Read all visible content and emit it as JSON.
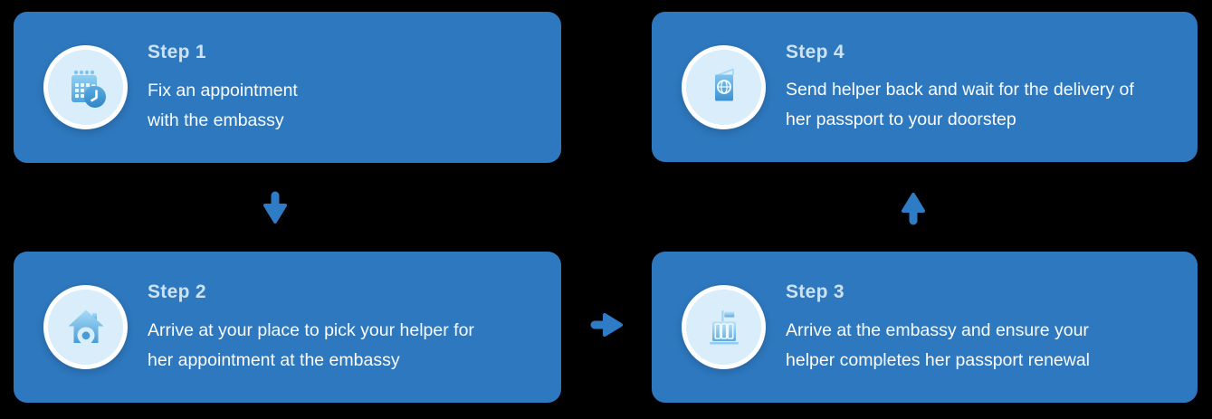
{
  "colors": {
    "background": "#000000",
    "card": "#2e78bf",
    "arrow": "#2e7cc6",
    "step_title": "#cde2f3",
    "step_text": "#fafdff",
    "icon_circle_fill": "#d9edfb",
    "icon_circle_ring": "#ffffff"
  },
  "steps": [
    {
      "title": "Step 1",
      "lines": [
        "Fix an appointment",
        "with the embassy"
      ],
      "icon": "calendar-appointment-icon",
      "position": "top-left"
    },
    {
      "title": "Step 2",
      "lines": [
        "Arrive at your place to pick your helper for",
        "her appointment at the embassy"
      ],
      "icon": "house-location-icon",
      "position": "bottom-left"
    },
    {
      "title": "Step 3",
      "lines": [
        "Arrive at the embassy and ensure your",
        "helper completes her passport renewal"
      ],
      "icon": "embassy-building-icon",
      "position": "bottom-right"
    },
    {
      "title": "Step 4",
      "lines": [
        "Send helper back and wait for the delivery of",
        "her passport to your doorstep"
      ],
      "icon": "passport-icon",
      "position": "top-right"
    }
  ],
  "arrows": [
    {
      "name": "arrow-step1-to-step2",
      "direction": "down"
    },
    {
      "name": "arrow-step2-to-step3",
      "direction": "right"
    },
    {
      "name": "arrow-step3-to-step4",
      "direction": "up"
    }
  ]
}
